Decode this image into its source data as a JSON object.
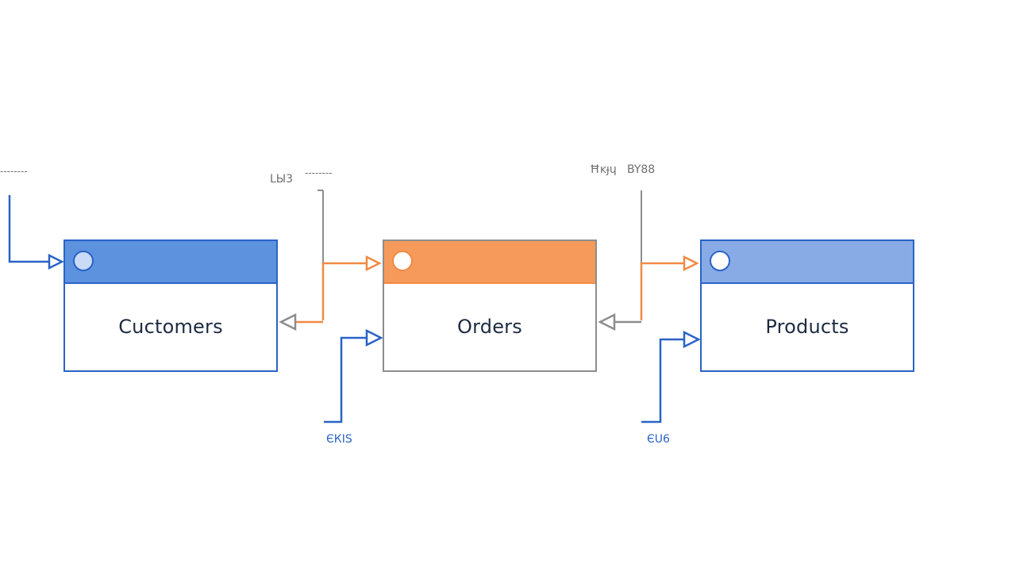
{
  "entities": {
    "customers": {
      "name": "Cuctomers"
    },
    "orders": {
      "name": "Orders"
    },
    "products": {
      "name": "Products"
    }
  },
  "labels": {
    "top_left": "--------",
    "top_middle": "LЫ3",
    "top_middle_dashes": "--------",
    "top_right_a": "Ħĸɟɥ",
    "top_right_b": "BY88",
    "bottom_middle": "ЄКIS",
    "bottom_right": "ЄU6"
  },
  "colors": {
    "blue": "#2a63c6",
    "orange": "#f08a45",
    "gray": "#8d8d8d",
    "customers_header": "#5d92df",
    "orders_header": "#f59a5a",
    "products_header": "#88abe6"
  }
}
